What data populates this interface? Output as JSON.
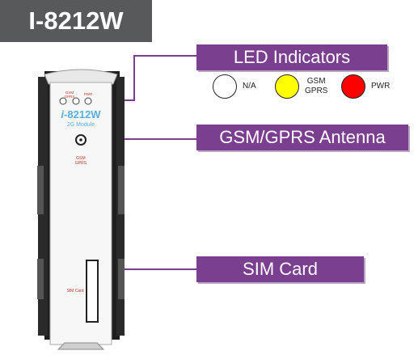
{
  "model": "I-8212W",
  "device": {
    "brand_prefix": "i",
    "brand_model": "-8212W",
    "module_label": "2G Module",
    "led_labels": [
      "GSM",
      "GPRS",
      "PWR"
    ],
    "antenna_label_line1": "GSM",
    "antenna_label_line2": "GPRS",
    "sim_label": "SIM Card"
  },
  "callouts": {
    "led": "LED Indicators",
    "antenna": "GSM/GPRS Antenna",
    "sim": "SIM Card"
  },
  "legend": [
    {
      "label": "N/A",
      "color": "#ffffff"
    },
    {
      "label_line1": "GSM",
      "label_line2": "GPRS",
      "color": "#ffff00"
    },
    {
      "label": "PWR",
      "color": "#ff0000"
    }
  ],
  "colors": {
    "callout_bg": "#7a3f8f",
    "badge_bg": "#58595b",
    "brand_blue": "#5aaee0",
    "device_red_text": "#c0392b"
  }
}
